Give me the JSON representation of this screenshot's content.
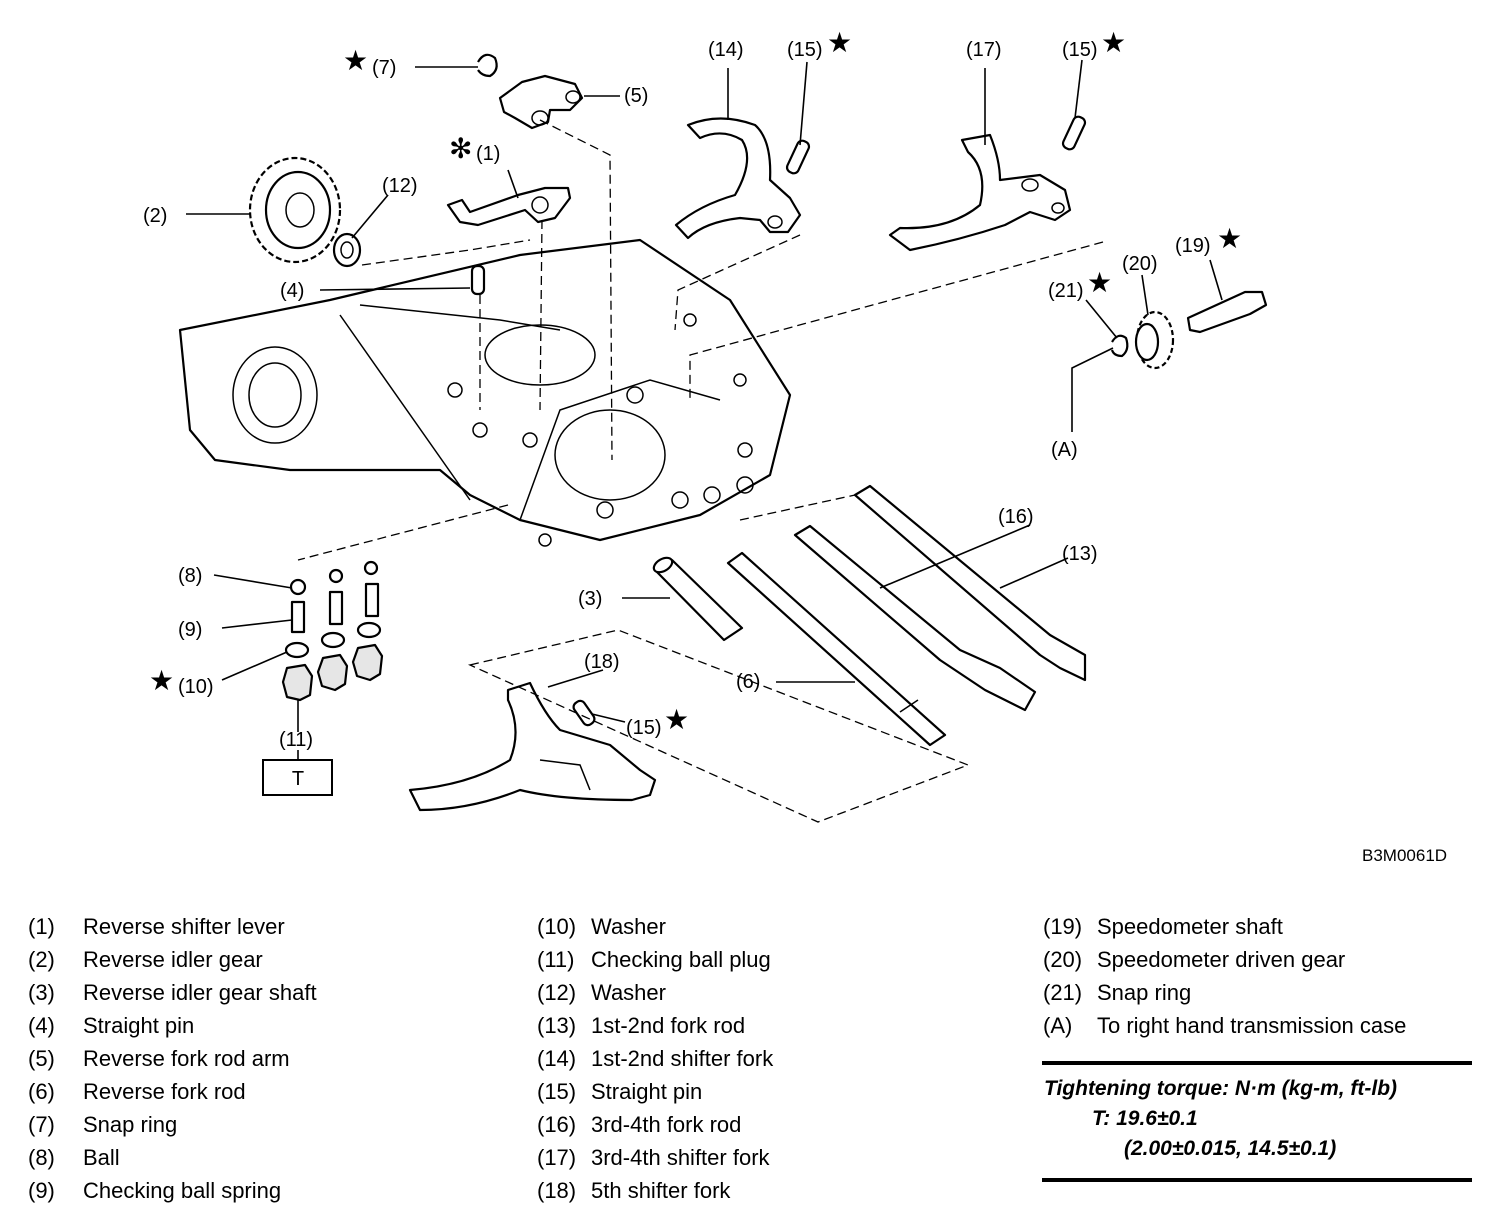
{
  "figure_code": "B3M0061D",
  "callouts": {
    "c1": "(1)",
    "c2": "(2)",
    "c3": "(3)",
    "c4": "(4)",
    "c5": "(5)",
    "c6": "(6)",
    "c7": "(7)",
    "c8": "(8)",
    "c9": "(9)",
    "c10": "(10)",
    "c11": "(11)",
    "c12": "(12)",
    "c13": "(13)",
    "c14": "(14)",
    "c15a": "(15)",
    "c15b": "(15)",
    "c15c": "(15)",
    "c16": "(16)",
    "c17": "(17)",
    "c18": "(18)",
    "c19": "(19)",
    "c20": "(20)",
    "c21": "(21)",
    "cA": "(A)"
  },
  "markers": {
    "star": "★",
    "asterisk": "✻"
  },
  "torque_box_label": "T",
  "legend": {
    "col1": [
      {
        "num": "(1)",
        "text": "Reverse shifter lever"
      },
      {
        "num": "(2)",
        "text": "Reverse idler gear"
      },
      {
        "num": "(3)",
        "text": "Reverse idler gear shaft"
      },
      {
        "num": "(4)",
        "text": "Straight pin"
      },
      {
        "num": "(5)",
        "text": "Reverse fork rod arm"
      },
      {
        "num": "(6)",
        "text": "Reverse fork rod"
      },
      {
        "num": "(7)",
        "text": "Snap ring"
      },
      {
        "num": "(8)",
        "text": "Ball"
      },
      {
        "num": "(9)",
        "text": "Checking ball spring"
      }
    ],
    "col2": [
      {
        "num": "(10)",
        "text": "Washer"
      },
      {
        "num": "(11)",
        "text": "Checking ball plug"
      },
      {
        "num": "(12)",
        "text": "Washer"
      },
      {
        "num": "(13)",
        "text": "1st-2nd fork rod"
      },
      {
        "num": "(14)",
        "text": "1st-2nd shifter fork"
      },
      {
        "num": "(15)",
        "text": "Straight pin"
      },
      {
        "num": "(16)",
        "text": "3rd-4th fork rod"
      },
      {
        "num": "(17)",
        "text": "3rd-4th shifter fork"
      },
      {
        "num": "(18)",
        "text": "5th shifter fork"
      }
    ],
    "col3": [
      {
        "num": "(19)",
        "text": "Speedometer shaft"
      },
      {
        "num": "(20)",
        "text": "Speedometer driven gear"
      },
      {
        "num": "(21)",
        "text": "Snap ring"
      },
      {
        "num": "(A)",
        "text": "To right hand transmission case"
      }
    ]
  },
  "torque": {
    "heading": "Tightening torque: N·m (kg-m, ft-lb)",
    "value": "T: 19.6±0.1",
    "value_alt": "(2.00±0.015, 14.5±0.1)"
  }
}
